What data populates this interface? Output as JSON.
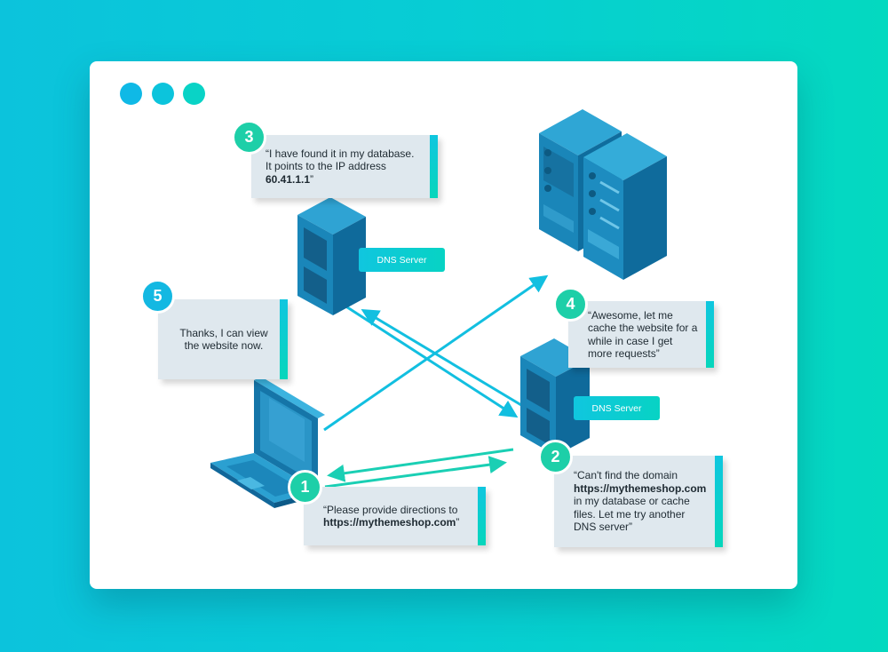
{
  "window": {
    "dots": [
      {
        "color": "#0fb9e6"
      },
      {
        "color": "#0cc4dc"
      },
      {
        "color": "#09d3c6"
      }
    ]
  },
  "steps": [
    {
      "number": "1",
      "line1": "“Please provide directions to",
      "bold": "https://mythemeshop.com",
      "tail": "”"
    },
    {
      "number": "2",
      "pre": "“Can't find the domain",
      "bold": "https://mythemeshop.com",
      "post": "in my database or cache files. Let me try another DNS server”"
    },
    {
      "number": "3",
      "line1": "“I have found it in my database.",
      "line2": "It points to the IP address ",
      "bold": "60.41.1.1",
      "tail": "”"
    },
    {
      "number": "4",
      "text": "“Awesome, let me cache the website for a while in case I get more requests”"
    },
    {
      "number": "5",
      "text": "Thanks, I can view the website now."
    }
  ],
  "labels": {
    "dns_top": "DNS Server",
    "dns_bottom": "DNS Server"
  },
  "icons": [
    "laptop-icon",
    "dns-server-icon",
    "web-server-icon",
    "arrow-icon"
  ]
}
